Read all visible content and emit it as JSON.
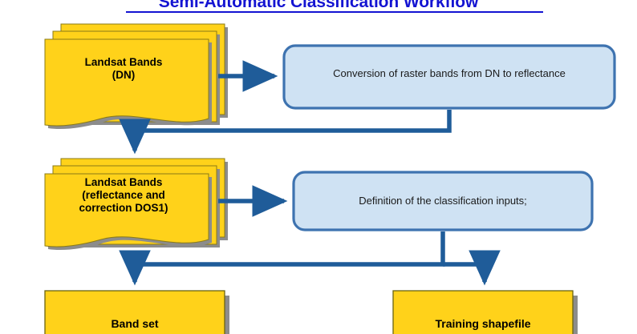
{
  "title": "Semi-Automatic Classification Workflow",
  "theme": {
    "title_color": "#1414d2",
    "document_fill": "#FFD21A",
    "document_border": "#8a7a16",
    "shadow_color": "#8c8c8c",
    "process_fill": "#CFE2F3",
    "process_border": "#3E73B0",
    "connector_color": "#1F5C99",
    "text_color": "#000000",
    "background": "#ffffff"
  },
  "nodes": {
    "landsat_dn": {
      "label_line1": "Landsat Bands",
      "label_line2": "(DN)",
      "shape": "multi-document",
      "icon": "document-stack-icon"
    },
    "conversion": {
      "label": "Conversion of raster bands from DN to reflectance",
      "shape": "rounded-rectangle"
    },
    "landsat_dos1": {
      "label_line1": "Landsat Bands",
      "label_line2": "(reflectance and",
      "label_line3": "correction DOS1)",
      "shape": "multi-document",
      "icon": "document-stack-icon"
    },
    "definition": {
      "label": "Definition of the classification inputs;",
      "shape": "rounded-rectangle"
    },
    "band_set": {
      "label": "Band set",
      "shape": "rectangle"
    },
    "training_shapefile": {
      "label": "Training shapefile",
      "shape": "rectangle"
    }
  },
  "connectors": [
    {
      "name": "landsat-dn-to-conversion",
      "from": "landsat_dn",
      "to": "conversion",
      "style": "arrow-right"
    },
    {
      "name": "conversion-to-landsat-dos1",
      "from": "conversion",
      "to": "landsat_dos1",
      "style": "elbow-arrow-down"
    },
    {
      "name": "landsat-dos1-to-definition",
      "from": "landsat_dos1",
      "to": "definition",
      "style": "arrow-right"
    },
    {
      "name": "definition-to-band-set",
      "from": "definition",
      "to": "band_set",
      "style": "elbow-arrow-down"
    },
    {
      "name": "definition-to-training-shapefile",
      "from": "definition",
      "to": "training_shapefile",
      "style": "elbow-arrow-down"
    }
  ]
}
